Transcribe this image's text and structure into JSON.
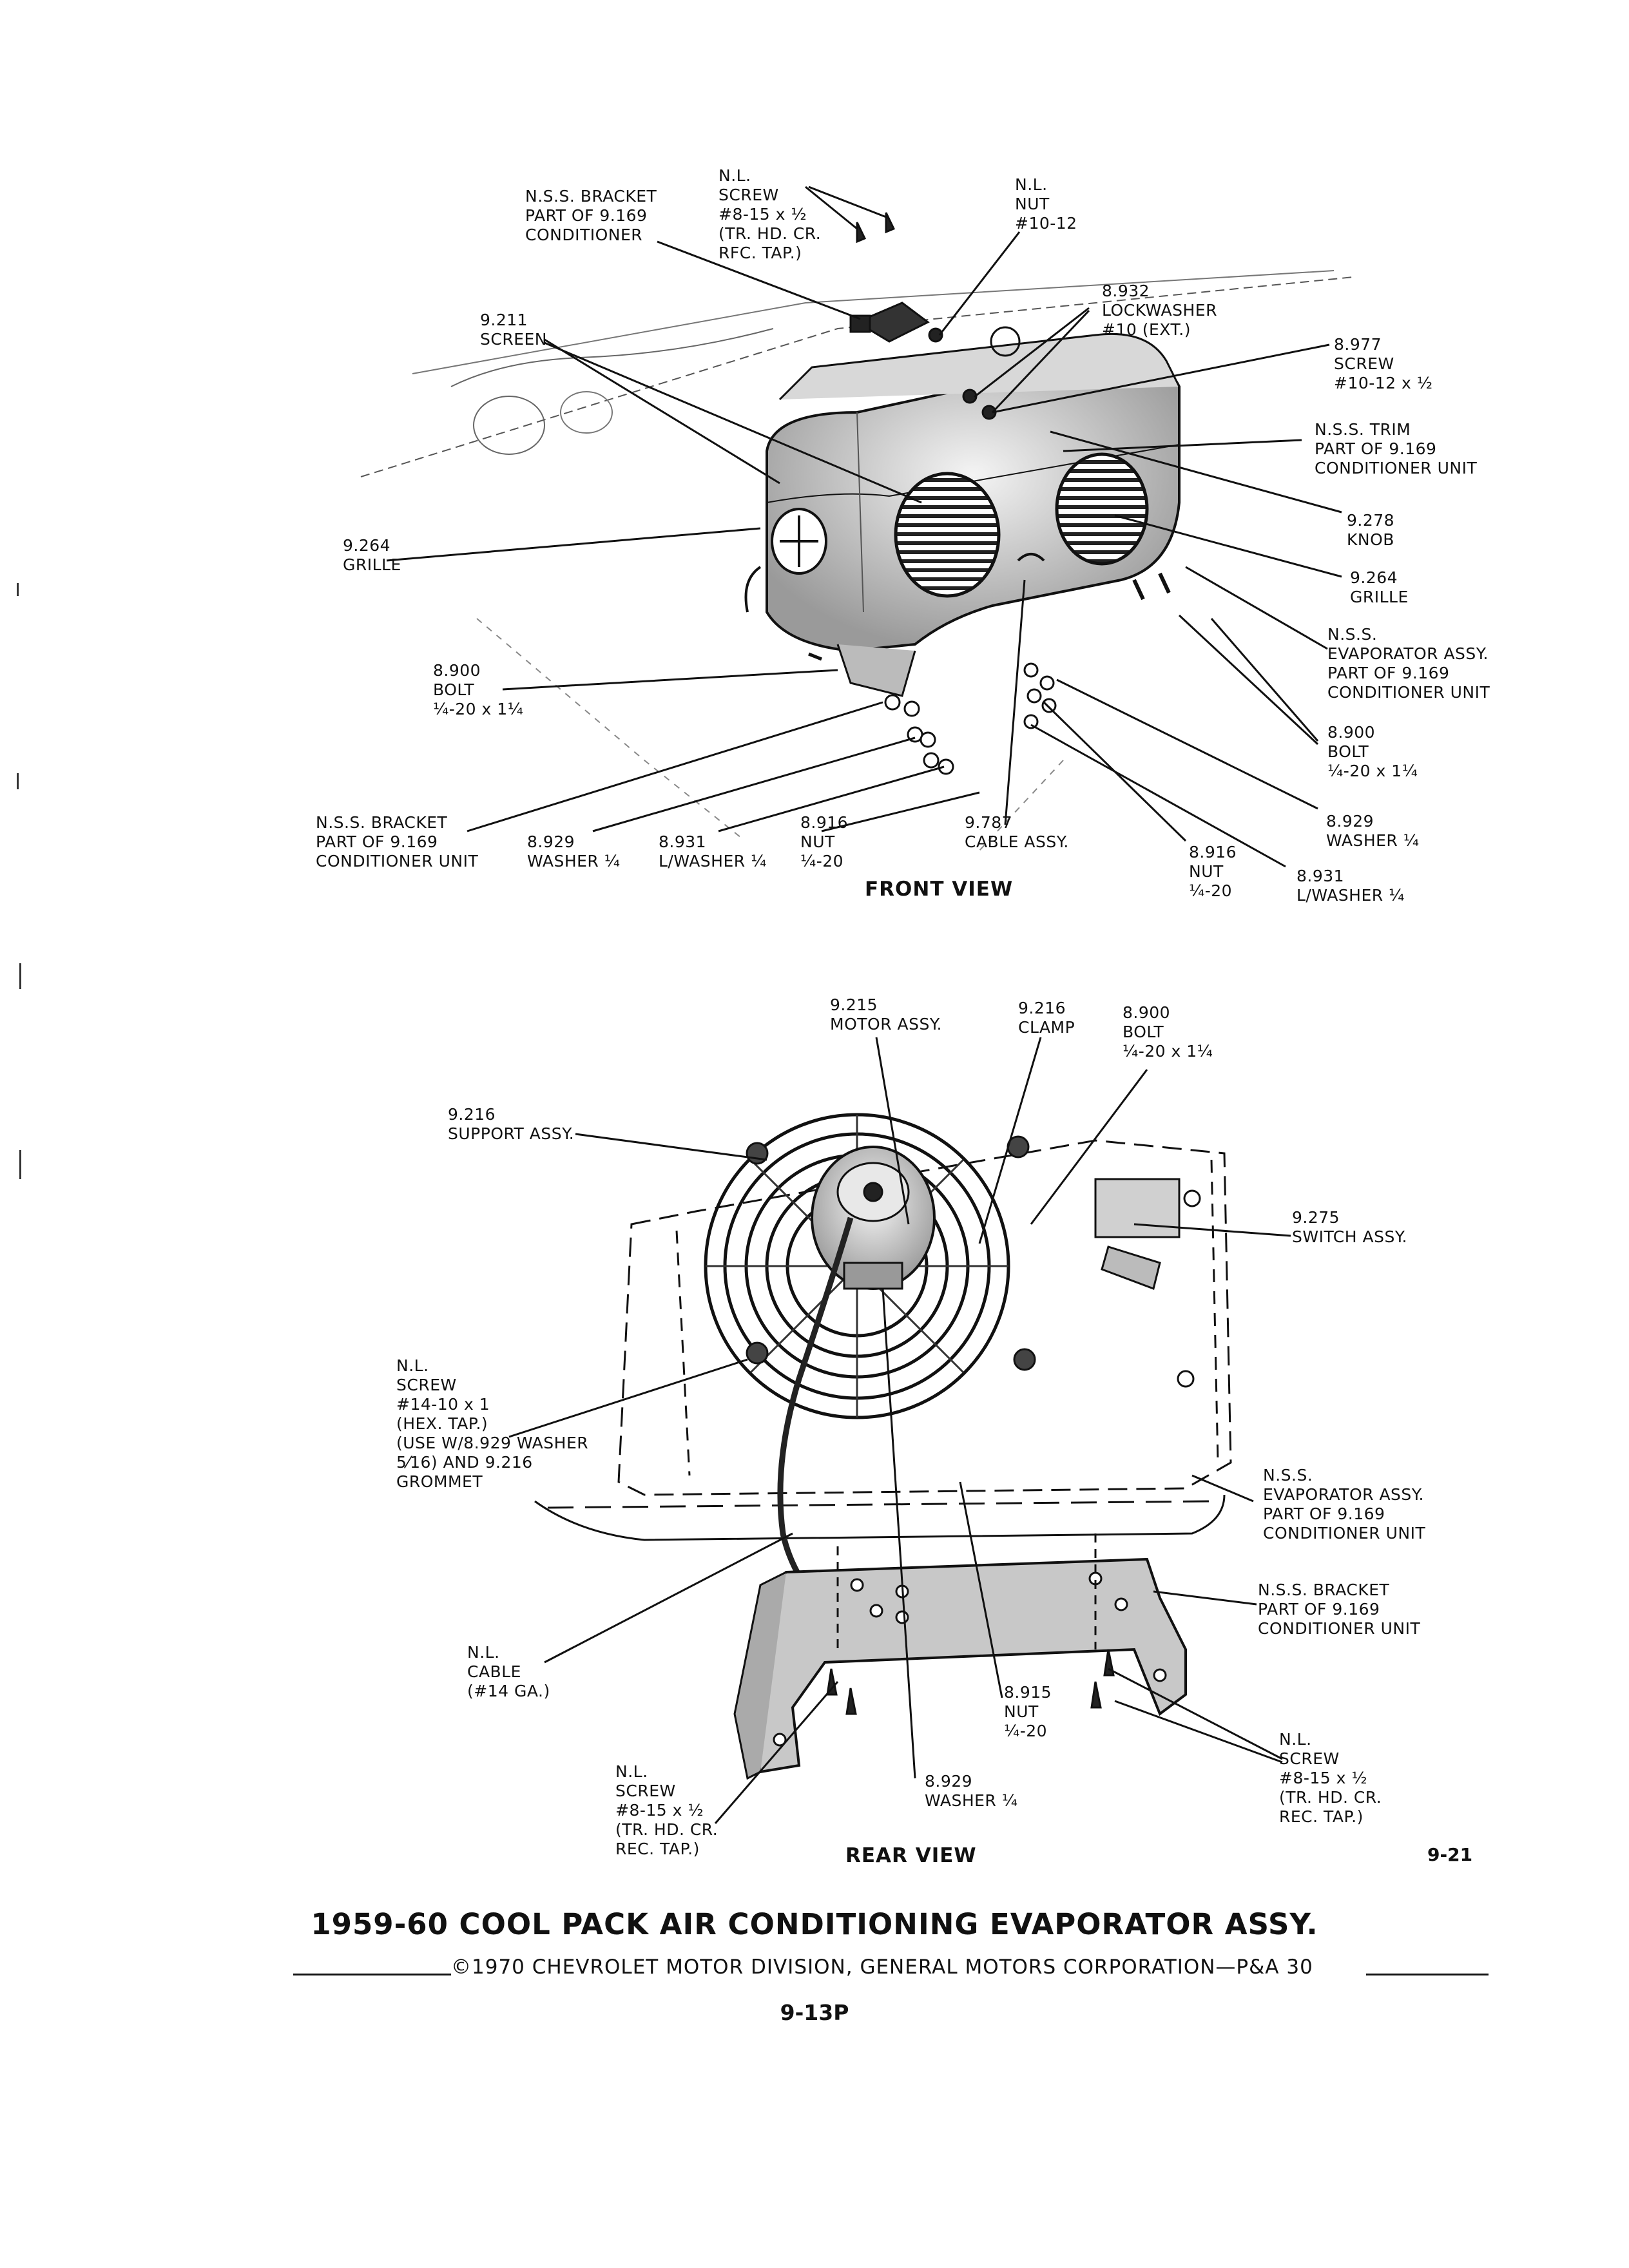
{
  "front_view": {
    "heading": "FRONT VIEW",
    "labels": [
      {
        "id": "nss-bracket-top",
        "text": "N.S.S. BRACKET\nPART OF 9.169\nCONDITIONER"
      },
      {
        "id": "nl-screw-top",
        "text": "N.L.\nSCREW\n#8-15 x ½\n(TR. HD. CR.\nRFC. TAP.)"
      },
      {
        "id": "nl-nut",
        "text": "N.L.\nNUT\n#10-12"
      },
      {
        "id": "lockwasher",
        "text": "8.932\nLOCKWASHER\n#10 (EXT.)"
      },
      {
        "id": "screen",
        "text": "9.211\nSCREEN"
      },
      {
        "id": "screw-8977",
        "text": "8.977\nSCREW\n#10-12 x ½"
      },
      {
        "id": "nss-trim",
        "text": "N.S.S. TRIM\nPART OF 9.169\nCONDITIONER UNIT"
      },
      {
        "id": "knob",
        "text": "9.278\nKNOB"
      },
      {
        "id": "grille-left",
        "text": "9.264\nGRILLE"
      },
      {
        "id": "grille-right",
        "text": "9.264\nGRILLE"
      },
      {
        "id": "nss-evap-top",
        "text": "N.S.S.\nEVAPORATOR ASSY.\nPART OF 9.169\nCONDITIONER UNIT"
      },
      {
        "id": "bolt-left",
        "text": "8.900\nBOLT\n¼-20 x 1¼"
      },
      {
        "id": "bolt-right",
        "text": "8.900\nBOLT\n¼-20 x 1¼"
      },
      {
        "id": "nss-bracket-front",
        "text": "N.S.S. BRACKET\nPART OF 9.169\nCONDITIONER UNIT"
      },
      {
        "id": "washer-left",
        "text": "8.929\nWASHER ¼"
      },
      {
        "id": "lwasher-left",
        "text": "8.931\nL/WASHER ¼"
      },
      {
        "id": "nut-left",
        "text": "8.916\nNUT\n¼-20"
      },
      {
        "id": "cable-assy",
        "text": "9.787\nCABLE ASSY."
      },
      {
        "id": "nut-right",
        "text": "8.916\nNUT\n¼-20"
      },
      {
        "id": "washer-right",
        "text": "8.929\nWASHER ¼"
      },
      {
        "id": "lwasher-right",
        "text": "8.931\nL/WASHER ¼"
      }
    ]
  },
  "rear_view": {
    "heading": "REAR VIEW",
    "labels": [
      {
        "id": "motor-assy",
        "text": "9.215\nMOTOR ASSY."
      },
      {
        "id": "clamp",
        "text": "9.216\nCLAMP"
      },
      {
        "id": "bolt-rear",
        "text": "8.900\nBOLT\n¼-20 x 1¼"
      },
      {
        "id": "support-assy",
        "text": "9.216\nSUPPORT ASSY."
      },
      {
        "id": "switch-assy",
        "text": "9.275\nSWITCH ASSY."
      },
      {
        "id": "nl-screw-hex",
        "text": "N.L.\nSCREW\n#14-10 x 1\n(HEX. TAP.)\n(USE W/8.929 WASHER\n5⁄16) AND 9.216\nGROMMET"
      },
      {
        "id": "nss-evap-rear",
        "text": "N.S.S.\nEVAPORATOR ASSY.\nPART OF 9.169\nCONDITIONER UNIT"
      },
      {
        "id": "nss-bracket-rear",
        "text": "N.S.S. BRACKET\nPART OF 9.169\nCONDITIONER UNIT"
      },
      {
        "id": "nl-cable",
        "text": "N.L.\nCABLE\n(#14 GA.)"
      },
      {
        "id": "nut-8915",
        "text": "8.915\nNUT\n¼-20"
      },
      {
        "id": "nl-screw-left",
        "text": "N.L.\nSCREW\n#8-15 x ½\n(TR. HD. CR.\nREC. TAP.)"
      },
      {
        "id": "washer-rear",
        "text": "8.929\nWASHER ¼"
      },
      {
        "id": "nl-screw-right",
        "text": "N.L.\nSCREW\n#8-15 x ½\n(TR. HD. CR.\nREC. TAP.)"
      }
    ]
  },
  "page_ref": "9-21",
  "title": "1959-60 COOL PACK AIR CONDITIONING EVAPORATOR ASSY.",
  "copyright": "©1970 CHEVROLET MOTOR DIVISION, GENERAL MOTORS CORPORATION—P&A 30",
  "page_number": "9-13P"
}
